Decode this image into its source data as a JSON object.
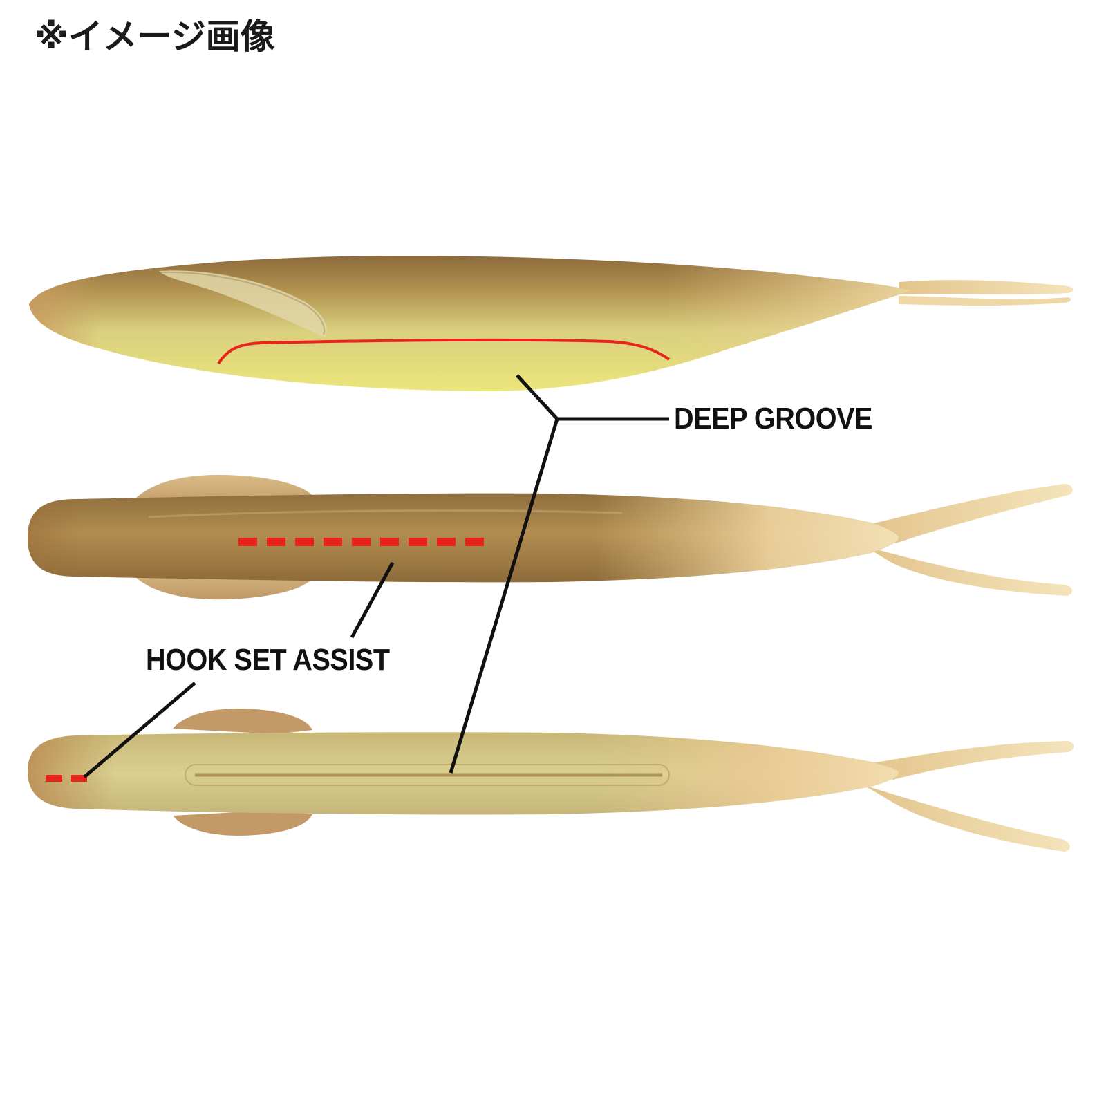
{
  "notice": "※イメージ画像",
  "callouts": {
    "deep_groove": "DEEP GROOVE",
    "hook_set_assist": "HOOK SET ASSIST"
  },
  "colors": {
    "background": "#ffffff",
    "lure_belly": "#e8dc7a",
    "lure_back": "#a7834d",
    "lure_tail": "#f1dca8",
    "marker_red": "#e8241c",
    "leader_line": "#111111"
  }
}
